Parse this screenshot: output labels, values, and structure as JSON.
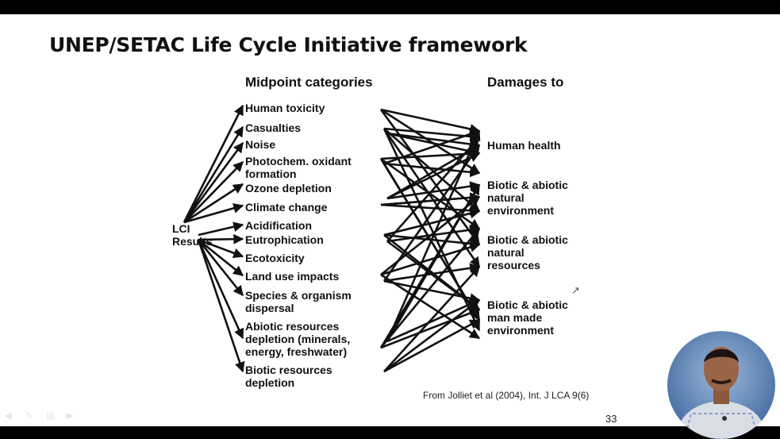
{
  "title": "UNEP/SETAC Life Cycle Initiative framework",
  "headers": {
    "midpoint": "Midpoint categories",
    "damages": "Damages to"
  },
  "lci": [
    "LCI",
    "Results"
  ],
  "midpoints": [
    [
      "Human toxicity"
    ],
    [
      "Casualties"
    ],
    [
      "Noise"
    ],
    [
      "Photochem. oxidant",
      "formation"
    ],
    [
      "Ozone depletion"
    ],
    [
      "Climate change"
    ],
    [
      "Acidification"
    ],
    [
      "Eutrophication"
    ],
    [
      "Ecotoxicity"
    ],
    [
      "Land use impacts"
    ],
    [
      "Species & organism",
      "dispersal"
    ],
    [
      "Abiotic resources",
      "depletion (minerals,",
      "energy, freshwater)"
    ],
    [
      "Biotic resources",
      "depletion"
    ]
  ],
  "damages": [
    [
      "Human health"
    ],
    [
      "Biotic & abiotic",
      "natural",
      "environment"
    ],
    [
      "Biotic & abiotic",
      "natural",
      "resources"
    ],
    [
      "Biotic & abiotic",
      "man made",
      "environment"
    ]
  ],
  "citation": "From Jolliet et al (2004), Int. J LCA 9(6)",
  "page_number": "33",
  "icons": {
    "toolbar": [
      "prev-slide-icon",
      "pen-icon",
      "slides-icon",
      "next-slide-icon"
    ],
    "cursor": "mouse-pointer-icon",
    "presenter": "presenter-video-thumbnail"
  }
}
